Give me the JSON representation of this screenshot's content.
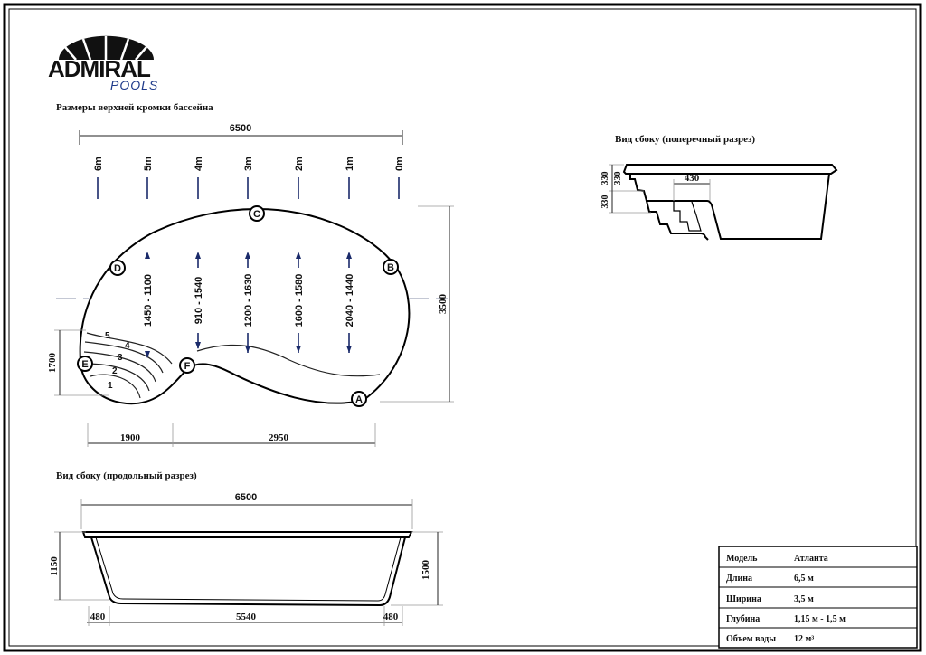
{
  "logo": {
    "brand": "ADMIRAL",
    "sub": "POOLS"
  },
  "plan": {
    "title": "Размеры верхней кромки бассейна",
    "length_dim": "6500",
    "width_dim": "3500",
    "left_dim": "1700",
    "bottom_dims": [
      "1900",
      "2950"
    ],
    "meter_marks": [
      "6m",
      "5m",
      "4m",
      "3m",
      "2m",
      "1m",
      "0m"
    ],
    "depth_labels": [
      "1450 - 1100",
      "910 - 1540",
      "1200 - 1630",
      "1600 - 1580",
      "2040 - 1440"
    ],
    "points": [
      "A",
      "B",
      "C",
      "D",
      "E",
      "F"
    ],
    "steps": [
      "1",
      "2",
      "3",
      "4",
      "5"
    ]
  },
  "longitudinal": {
    "title": "Вид сбоку (продольный разрез)",
    "length_dim": "6500",
    "left_depth": "1150",
    "right_depth": "1500",
    "bottom_dims": [
      "480",
      "5540",
      "480"
    ]
  },
  "cross": {
    "title": "Вид сбоку (поперечный разрез)",
    "step_heights": [
      "330",
      "330",
      "330"
    ],
    "step_width": "430"
  },
  "specs": [
    {
      "label": "Модель",
      "value": "Атланта"
    },
    {
      "label": "Длина",
      "value": "6,5 м"
    },
    {
      "label": "Ширина",
      "value": "3,5 м"
    },
    {
      "label": "Глубина",
      "value": "1,15 м - 1,5 м"
    },
    {
      "label": "Объем воды",
      "value": "12 м³"
    }
  ]
}
